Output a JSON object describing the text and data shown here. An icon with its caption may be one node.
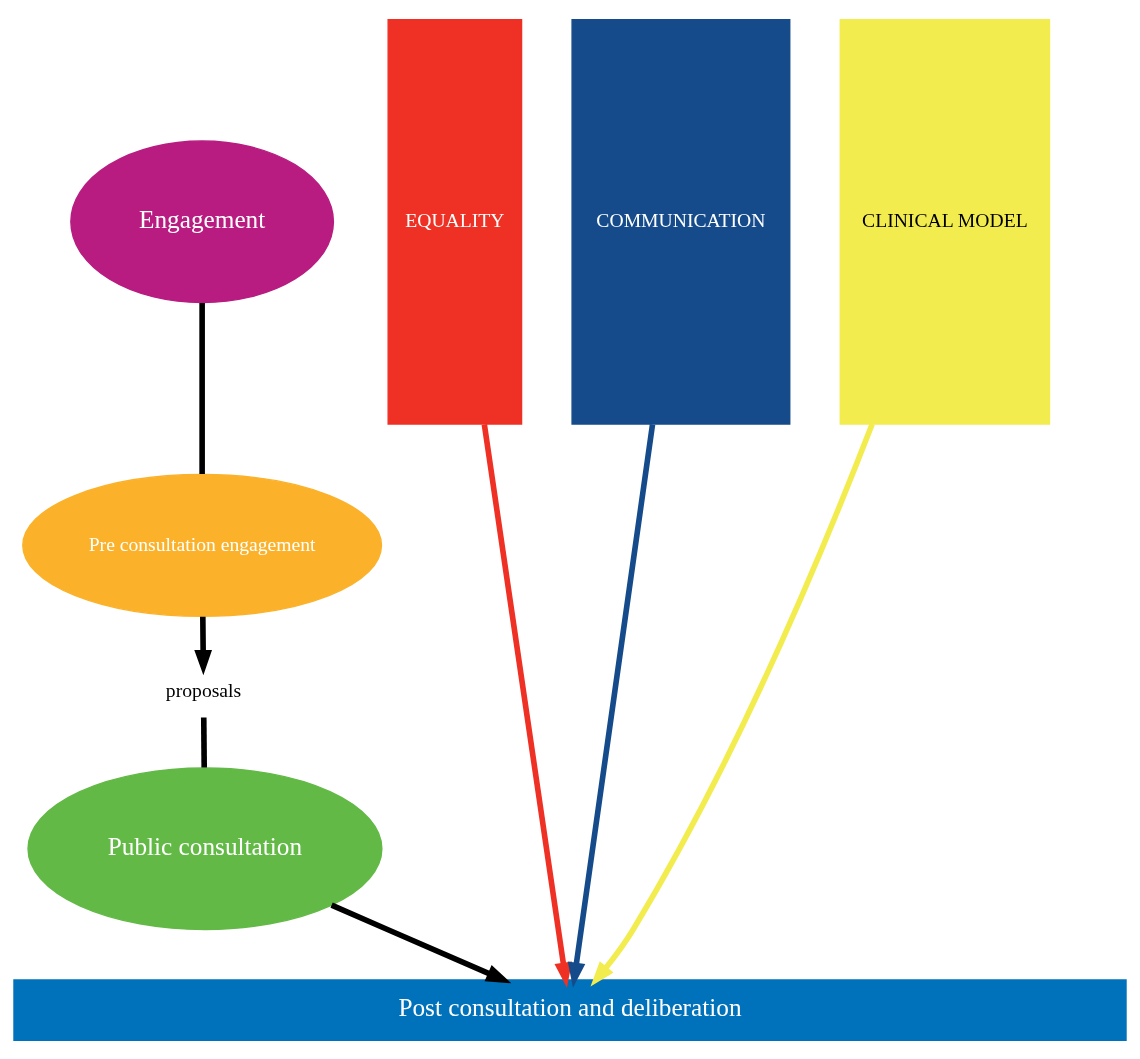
{
  "diagram": {
    "nodes": [
      {
        "text": [
          "Engagement"
        ]
      },
      {
        "text": [
          "Pre consultation engagement"
        ]
      },
      {
        "text": [
          "proposals"
        ]
      },
      {
        "text": [
          "Public consultation"
        ]
      },
      {
        "text": [
          "Post consultation and deliberation"
        ]
      },
      {
        "text": [
          "EQUALITY"
        ]
      },
      {
        "text": [
          "COMMUNICATION"
        ]
      },
      {
        "text": [
          "CLINICAL MODEL"
        ]
      }
    ],
    "edges": [
      {
        "from": 0,
        "to": 1,
        "arrow": "none"
      },
      {
        "from": 1,
        "to": 2,
        "arrow": "to"
      },
      {
        "from": 2,
        "to": 3,
        "arrow": "none"
      },
      {
        "from": 3,
        "to": 4,
        "arrow": "to"
      },
      {
        "from": 5,
        "to": 4,
        "arrow": "to",
        "color": "#ee3124"
      },
      {
        "from": 6,
        "to": 4,
        "arrow": "to",
        "color": "#154b8a"
      },
      {
        "from": 7,
        "to": 4,
        "arrow": "to",
        "color": "#f3ec4f"
      }
    ]
  }
}
